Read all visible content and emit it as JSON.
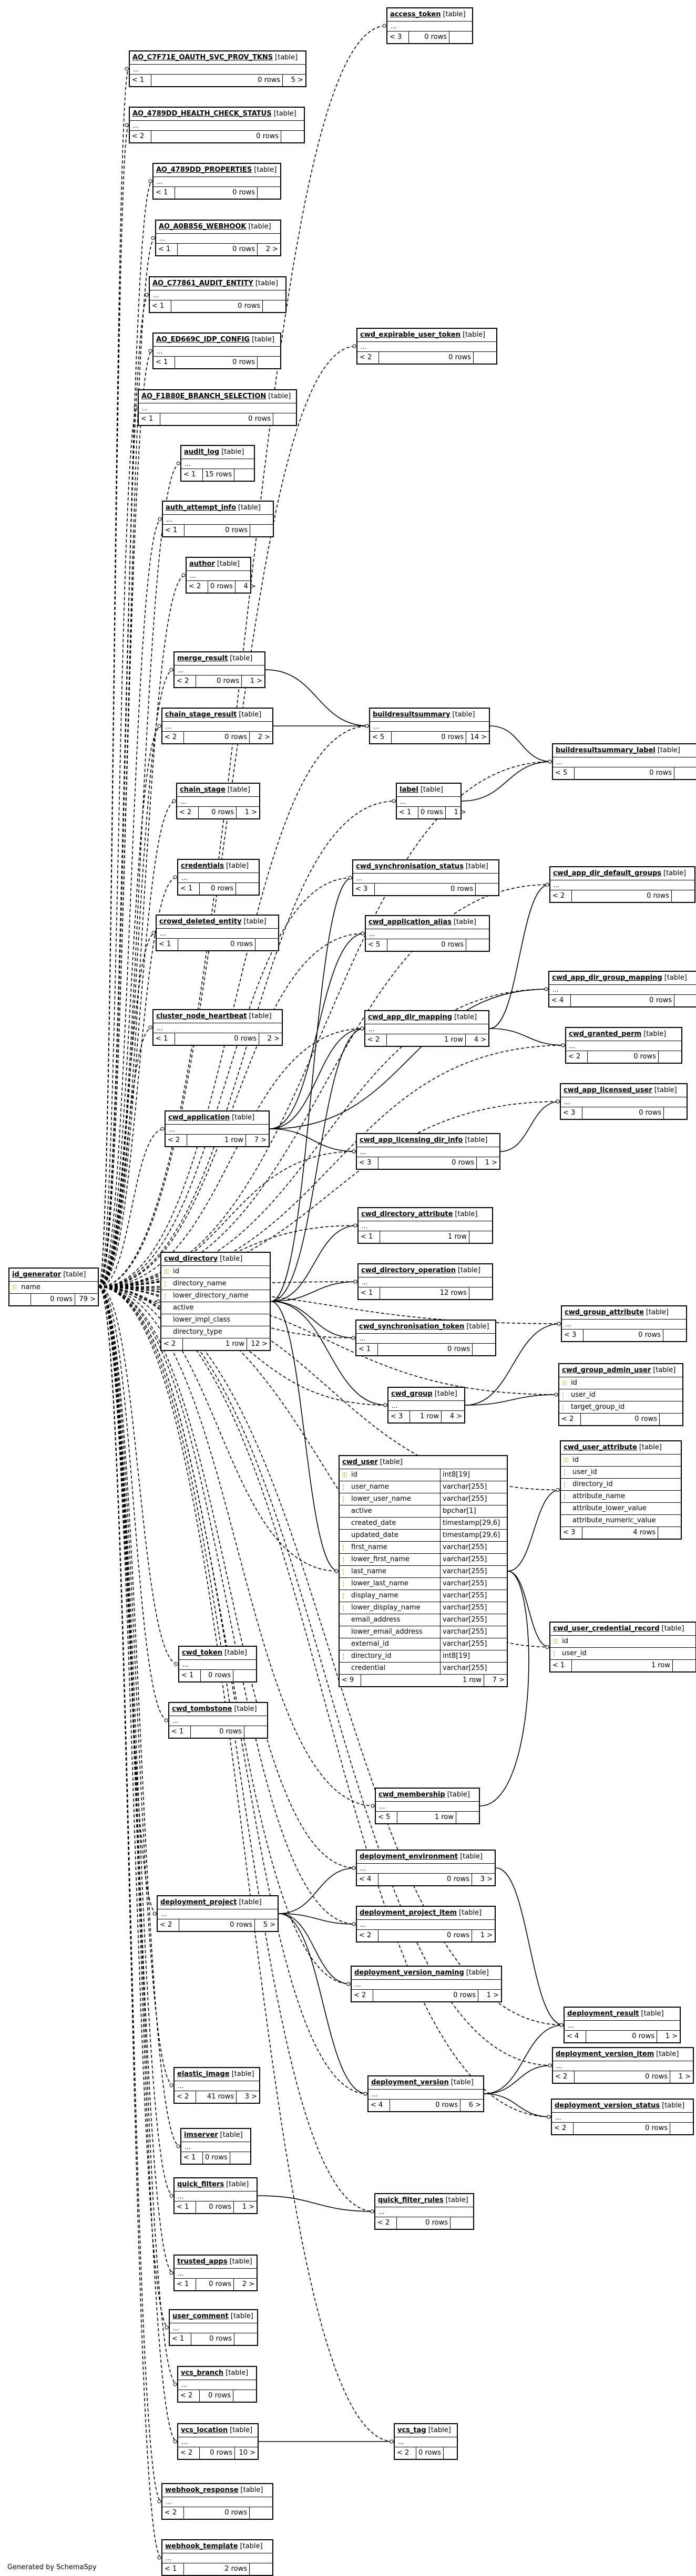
{
  "footer_text": "Generated by SchemaSpy",
  "tables": [
    {
      "name": "access_token",
      "footer": [
        "< 3",
        "0 rows",
        ""
      ]
    },
    {
      "name": "AO_C7F71E_OAUTH_SVC_PROV_TKNS",
      "footer": [
        "< 1",
        "0 rows",
        "5 >"
      ]
    },
    {
      "name": "AO_4789DD_HEALTH_CHECK_STATUS",
      "footer": [
        "< 2",
        "0 rows",
        ""
      ]
    },
    {
      "name": "AO_4789DD_PROPERTIES",
      "footer": [
        "< 1",
        "0 rows",
        ""
      ]
    },
    {
      "name": "AO_A0B856_WEBHOOK",
      "footer": [
        "< 1",
        "0 rows",
        "2 >"
      ]
    },
    {
      "name": "AO_C77861_AUDIT_ENTITY",
      "footer": [
        "< 1",
        "0 rows",
        ""
      ]
    },
    {
      "name": "AO_ED669C_IDP_CONFIG",
      "footer": [
        "< 1",
        "0 rows",
        ""
      ]
    },
    {
      "name": "AO_F1B80E_BRANCH_SELECTION",
      "footer": [
        "< 1",
        "0 rows",
        ""
      ]
    },
    {
      "name": "cwd_expirable_user_token",
      "footer": [
        "< 2",
        "0 rows",
        ""
      ]
    },
    {
      "name": "audit_log",
      "footer": [
        "< 1",
        "15 rows",
        ""
      ]
    },
    {
      "name": "auth_attempt_info",
      "footer": [
        "< 1",
        "0 rows",
        ""
      ]
    },
    {
      "name": "author",
      "footer": [
        "< 2",
        "0 rows",
        "4 >"
      ]
    },
    {
      "name": "merge_result",
      "footer": [
        "< 2",
        "0 rows",
        "1 >"
      ]
    },
    {
      "name": "chain_stage_result",
      "footer": [
        "< 2",
        "0 rows",
        "2 >"
      ]
    },
    {
      "name": "buildresultsummary",
      "footer": [
        "< 5",
        "0 rows",
        "14 >"
      ]
    },
    {
      "name": "buildresultsummary_label",
      "footer": [
        "< 5",
        "0 rows",
        ""
      ]
    },
    {
      "name": "chain_stage",
      "footer": [
        "< 2",
        "0 rows",
        "1 >"
      ]
    },
    {
      "name": "label",
      "footer": [
        "< 1",
        "0 rows",
        "1 >"
      ]
    },
    {
      "name": "credentials",
      "footer": [
        "< 1",
        "0 rows",
        ""
      ]
    },
    {
      "name": "cwd_synchronisation_status",
      "footer": [
        "< 3",
        "0 rows",
        ""
      ]
    },
    {
      "name": "cwd_app_dir_default_groups",
      "footer": [
        "< 2",
        "0 rows",
        ""
      ]
    },
    {
      "name": "crowd_deleted_entity",
      "footer": [
        "< 1",
        "0 rows",
        ""
      ]
    },
    {
      "name": "cwd_application_alias",
      "footer": [
        "< 5",
        "0 rows",
        ""
      ]
    },
    {
      "name": "cwd_app_dir_group_mapping",
      "footer": [
        "< 4",
        "0 rows",
        ""
      ]
    },
    {
      "name": "cluster_node_heartbeat",
      "footer": [
        "< 1",
        "0 rows",
        "2 >"
      ]
    },
    {
      "name": "cwd_app_dir_mapping",
      "footer": [
        "< 2",
        "1 row",
        "4 >"
      ]
    },
    {
      "name": "cwd_granted_perm",
      "footer": [
        "< 2",
        "0 rows",
        ""
      ]
    },
    {
      "name": "cwd_app_licensed_user",
      "footer": [
        "< 3",
        "0 rows",
        ""
      ]
    },
    {
      "name": "cwd_application",
      "footer": [
        "< 2",
        "1 row",
        "7 >"
      ]
    },
    {
      "name": "cwd_app_licensing_dir_info",
      "footer": [
        "< 3",
        "0 rows",
        "1 >"
      ]
    },
    {
      "name": "cwd_directory_attribute",
      "footer": [
        "< 1",
        "1 row",
        ""
      ]
    },
    {
      "name": "cwd_directory_operation",
      "footer": [
        "< 1",
        "12 rows",
        ""
      ]
    },
    {
      "name": "cwd_synchronisation_token",
      "footer": [
        "< 1",
        "0 rows",
        ""
      ]
    },
    {
      "name": "cwd_group_attribute",
      "footer": [
        "< 3",
        "0 rows",
        ""
      ]
    },
    {
      "name": "cwd_group",
      "footer": [
        "< 3",
        "1 row",
        "4 >"
      ]
    },
    {
      "name": "cwd_token",
      "footer": [
        "< 1",
        "0 rows",
        ""
      ]
    },
    {
      "name": "cwd_tombstone",
      "footer": [
        "< 1",
        "0 rows",
        ""
      ]
    },
    {
      "name": "cwd_membership",
      "footer": [
        "< 5",
        "1 row",
        ""
      ]
    },
    {
      "name": "cwd_user_credential_record",
      "footer": [
        "< 1",
        "1 row",
        ""
      ]
    },
    {
      "name": "deployment_environment",
      "footer": [
        "< 4",
        "0 rows",
        "3 >"
      ]
    },
    {
      "name": "deployment_project",
      "footer": [
        "< 2",
        "0 rows",
        "5 >"
      ]
    },
    {
      "name": "deployment_project_item",
      "footer": [
        "< 2",
        "0 rows",
        "1 >"
      ]
    },
    {
      "name": "deployment_version_naming",
      "footer": [
        "< 2",
        "0 rows",
        "1 >"
      ]
    },
    {
      "name": "deployment_result",
      "footer": [
        "< 4",
        "0 rows",
        "1 >"
      ]
    },
    {
      "name": "deployment_version_item",
      "footer": [
        "< 2",
        "0 rows",
        "1 >"
      ]
    },
    {
      "name": "elastic_image",
      "footer": [
        "< 2",
        "41 rows",
        "3 >"
      ]
    },
    {
      "name": "deployment_version",
      "footer": [
        "< 4",
        "0 rows",
        "6 >"
      ]
    },
    {
      "name": "deployment_version_status",
      "footer": [
        "< 2",
        "0 rows",
        ""
      ]
    },
    {
      "name": "imserver",
      "footer": [
        "< 1",
        "0 rows",
        ""
      ]
    },
    {
      "name": "quick_filters",
      "footer": [
        "< 1",
        "0 rows",
        "1 >"
      ]
    },
    {
      "name": "quick_filter_rules",
      "footer": [
        "< 2",
        "0 rows",
        ""
      ]
    },
    {
      "name": "trusted_apps",
      "footer": [
        "< 1",
        "0 rows",
        "2 >"
      ]
    },
    {
      "name": "user_comment",
      "footer": [
        "< 1",
        "0 rows",
        ""
      ]
    },
    {
      "name": "vcs_branch",
      "footer": [
        "< 2",
        "0 rows",
        ""
      ]
    },
    {
      "name": "vcs_location",
      "footer": [
        "< 2",
        "0 rows",
        "10 >"
      ]
    },
    {
      "name": "vcs_tag",
      "footer": [
        "< 2",
        "0 rows",
        ""
      ]
    },
    {
      "name": "webhook_response",
      "footer": [
        "< 2",
        "0 rows",
        ""
      ]
    },
    {
      "name": "webhook_template",
      "footer": [
        "< 1",
        "2 rows",
        ""
      ]
    }
  ],
  "detail_tables": {
    "id_generator": {
      "name": "id_generator",
      "columns": [
        {
          "name": "name",
          "key": "pk"
        }
      ],
      "footer": [
        "",
        "0 rows",
        "79 >"
      ]
    },
    "cwd_directory": {
      "name": "cwd_directory",
      "columns": [
        {
          "name": "id",
          "key": "pk"
        },
        {
          "name": "directory_name",
          "key": "idx"
        },
        {
          "name": "lower_directory_name",
          "key": "idx"
        },
        {
          "name": "active",
          "key": ""
        },
        {
          "name": "lower_impl_class",
          "key": ""
        },
        {
          "name": "directory_type",
          "key": ""
        }
      ],
      "footer": [
        "< 2",
        "1 row",
        "12 >"
      ]
    },
    "cwd_group_admin_user": {
      "name": "cwd_group_admin_user",
      "columns": [
        {
          "name": "id",
          "key": "pk"
        },
        {
          "name": "user_id",
          "key": "fk"
        },
        {
          "name": "target_group_id",
          "key": "fk"
        }
      ],
      "footer": [
        "< 2",
        "0 rows",
        ""
      ]
    },
    "cwd_user_attribute": {
      "name": "cwd_user_attribute",
      "columns": [
        {
          "name": "id",
          "key": "pk"
        },
        {
          "name": "user_id",
          "key": "fk"
        },
        {
          "name": "directory_id",
          "key": "fk"
        },
        {
          "name": "attribute_name",
          "key": "fk"
        },
        {
          "name": "attribute_lower_value",
          "key": ""
        },
        {
          "name": "attribute_numeric_value",
          "key": ""
        }
      ],
      "footer": [
        "< 3",
        "4 rows",
        ""
      ]
    },
    "cwd_user_credential_record": {
      "name": "cwd_user_credential_record",
      "columns": [
        {
          "name": "id",
          "key": "pk"
        },
        {
          "name": "user_id",
          "key": "fk"
        }
      ],
      "footer": [
        "< 1",
        "1 row",
        ""
      ]
    },
    "cwd_user": {
      "name": "cwd_user",
      "columns": [
        {
          "name": "id",
          "key": "pk",
          "type": "int8[19]"
        },
        {
          "name": "user_name",
          "key": "idx",
          "type": "varchar[255]"
        },
        {
          "name": "lower_user_name",
          "key": "idx",
          "type": "varchar[255]"
        },
        {
          "name": "active",
          "key": "",
          "type": "bpchar[1]"
        },
        {
          "name": "created_date",
          "key": "",
          "type": "timestamp[29,6]"
        },
        {
          "name": "updated_date",
          "key": "",
          "type": "timestamp[29,6]"
        },
        {
          "name": "first_name",
          "key": "idx",
          "type": "varchar[255]"
        },
        {
          "name": "lower_first_name",
          "key": "idx",
          "type": "varchar[255]"
        },
        {
          "name": "last_name",
          "key": "idx",
          "type": "varchar[255]"
        },
        {
          "name": "lower_last_name",
          "key": "idx",
          "type": "varchar[255]"
        },
        {
          "name": "display_name",
          "key": "idx",
          "type": "varchar[255]"
        },
        {
          "name": "lower_display_name",
          "key": "idx",
          "type": "varchar[255]"
        },
        {
          "name": "email_address",
          "key": "",
          "type": "varchar[255]"
        },
        {
          "name": "lower_email_address",
          "key": "",
          "type": "varchar[255]"
        },
        {
          "name": "external_id",
          "key": "",
          "type": "varchar[255]"
        },
        {
          "name": "directory_id",
          "key": "fk",
          "type": "int8[19]"
        },
        {
          "name": "credential",
          "key": "",
          "type": "varchar[255]"
        }
      ],
      "footer": [
        "< 9",
        "1 row",
        "7 >"
      ]
    }
  },
  "table_tag": "[table]",
  "ellipsis": "..."
}
